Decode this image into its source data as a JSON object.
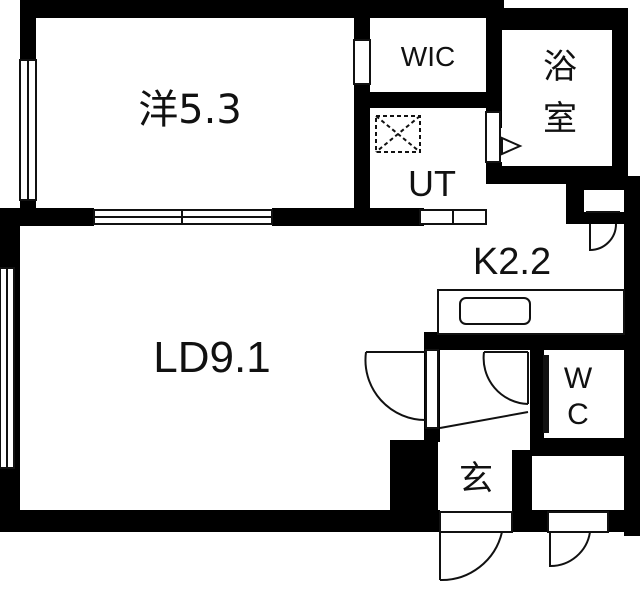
{
  "floor_plan": {
    "rooms": {
      "western_room": {
        "label": "洋5.3"
      },
      "wic": {
        "label": "WIC"
      },
      "bathroom": {
        "line1": "浴",
        "line2": "室"
      },
      "utility": {
        "label": "UT"
      },
      "kitchen": {
        "label": "K2.2"
      },
      "living_dining": {
        "label": "LD9.1"
      },
      "toilet": {
        "line1": "W",
        "line2": "C"
      },
      "entrance": {
        "label": "玄"
      }
    },
    "colors": {
      "wall": "#000000",
      "line": "#111111",
      "background": "#ffffff",
      "fixture": "#111111"
    }
  }
}
